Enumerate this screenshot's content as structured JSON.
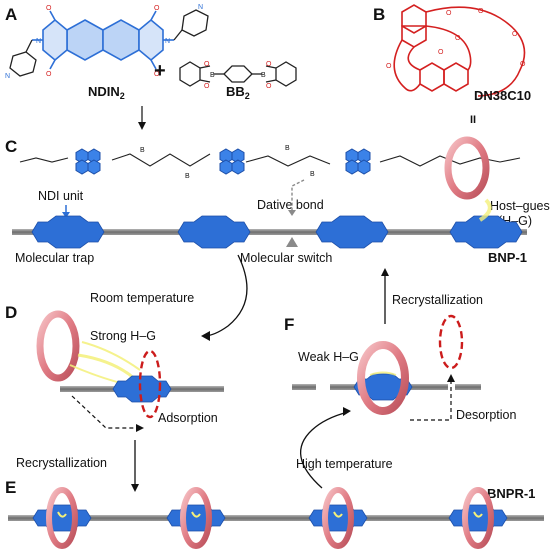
{
  "panels": {
    "a": "A",
    "b": "B",
    "c": "C",
    "d": "D",
    "e": "E",
    "f": "F"
  },
  "molecules": {
    "ndin": "NDIN",
    "ndin_sub": "2",
    "bb": "BB",
    "bb_sub": "2",
    "crown": "DN38C10",
    "crown_id": "II"
  },
  "labels": {
    "ndi_unit": "NDI unit",
    "dative_bond": "Dative bond",
    "host_guest_1": "Host–guest",
    "host_guest_2": "(H–G)",
    "molecular_trap": "Molecular trap",
    "molecular_switch": "Molecular switch",
    "bnp1": "BNP-1",
    "recrystallization_up": "Recrystallization",
    "room_temperature": "Room temperature",
    "strong_hg": "Strong H–G",
    "adsorption": "Adsorption",
    "weak_hg": "Weak H–G",
    "desorption": "Desorption",
    "recrystallization_down": "Recrystallization",
    "high_temperature": "High temperature",
    "bnpr1": "BNPR-1",
    "plus": "+"
  },
  "atoms": {
    "o": "O",
    "n": "N",
    "b": "B"
  },
  "colors": {
    "ndi_blue": "#2d6fd6",
    "crown_red": "#d42020",
    "chain_gray": "#8a8a8a",
    "ring_pink": "#e3868e",
    "glow_yellow": "#f4f07a",
    "dashed_red": "#cc1c1c"
  }
}
